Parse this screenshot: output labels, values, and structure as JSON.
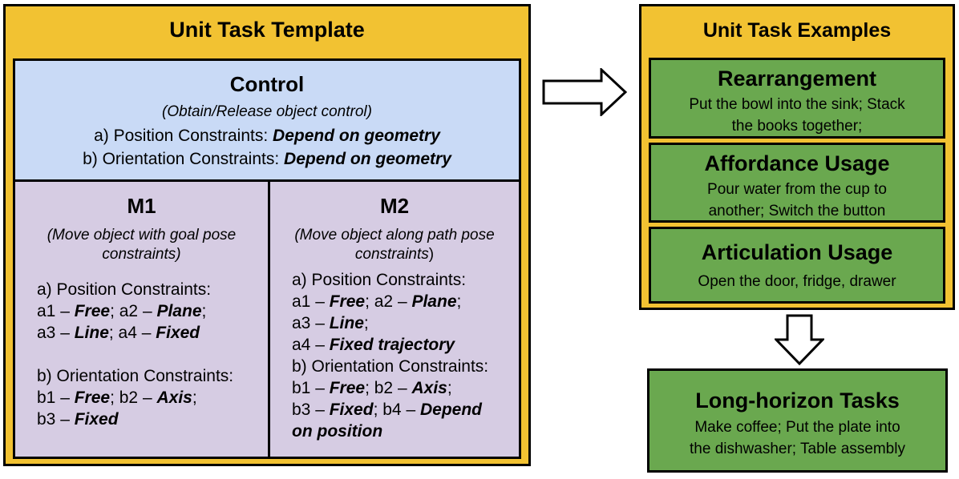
{
  "template": {
    "title": "Unit Task Template",
    "control": {
      "title": "Control",
      "subtitle": "(Obtain/Release object control)",
      "pos_label": "a) Position Constraints: ",
      "pos_value": "Depend on geometry",
      "ori_label": "b) Orientation Constraints: ",
      "ori_value": "Depend on geometry"
    },
    "m1": {
      "title": "M1",
      "sub_line1": "(Move object with goal pose",
      "sub_line2": "constraints)",
      "pos_header": "a) Position Constraints:",
      "a1": "a1 – ",
      "a1v": "Free",
      "a2": "; a2 – ",
      "a2v": "Plane",
      "a2end": ";",
      "a3": "a3 – ",
      "a3v": "Line",
      "a4": "; a4 – ",
      "a4v": "Fixed",
      "ori_header": "b) Orientation Constraints:",
      "b1": "b1 – ",
      "b1v": "Free",
      "b2": "; b2 – ",
      "b2v": "Axis",
      "b2end": ";",
      "b3": "b3 – ",
      "b3v": "Fixed"
    },
    "m2": {
      "title": "M2",
      "sub_line1": "(Move object along path pose",
      "sub_line2": "constraints",
      "sub_close": ")",
      "pos_header": "a) Position Constraints:",
      "a1": "a1 – ",
      "a1v": "Free",
      "a2": "; a2 – ",
      "a2v": "Plane",
      "a2end": ";",
      "a3": "a3 – ",
      "a3v": "Line",
      "a3end": ";",
      "a4": "a4 – ",
      "a4v": "Fixed trajectory",
      "ori_header": "b) Orientation Constraints:",
      "b1": "b1 – ",
      "b1v": "Free",
      "b2": "; b2 – ",
      "b2v": "Axis",
      "b2end": ";",
      "b3": "b3 – ",
      "b3v": "Fixed",
      "b4": "; b4 – ",
      "b4v": "Depend",
      "b4v2": "on position"
    }
  },
  "examples": {
    "title": "Unit Task Examples",
    "rearrangement": {
      "title": "Rearrangement",
      "line1": "Put the bowl into the sink; Stack",
      "line2": "the books together;"
    },
    "affordance": {
      "title": "Affordance Usage",
      "line1": "Pour water from the cup to",
      "line2": "another; Switch the button"
    },
    "articulation": {
      "title": "Articulation Usage",
      "line1": "Open the door, fridge, drawer"
    }
  },
  "long_horizon": {
    "title": "Long-horizon Tasks",
    "line1": "Make coffee; Put the plate into",
    "line2": "the dishwasher; Table assembly"
  },
  "colors": {
    "panel_yellow": "#f2c232",
    "control_blue": "#c9daf6",
    "module_purple": "#d6cce3",
    "example_green": "#6aa84f"
  },
  "icons": {
    "arrow_right": "hollow-arrow-right",
    "arrow_down": "hollow-arrow-down"
  }
}
